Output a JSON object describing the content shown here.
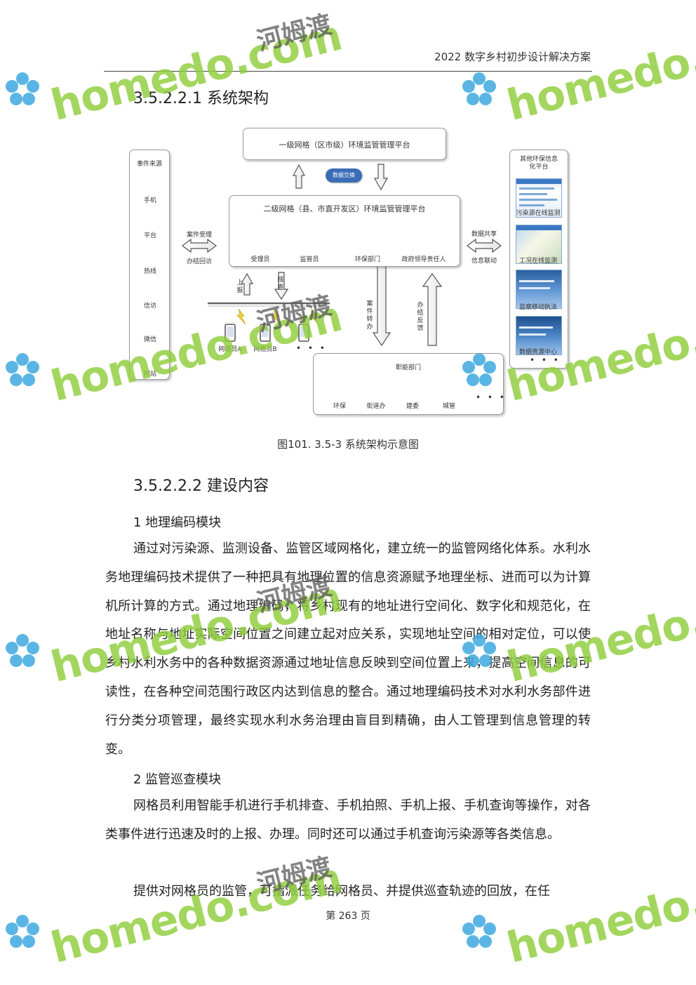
{
  "header": {
    "title": "2022 数字乡村初步设计解决方案"
  },
  "section1": {
    "title": "3.5.2.2.1 系统架构"
  },
  "diagram": {
    "top_platform": "一级网格（区市级）环境监管管理平台",
    "exchange_badge": "数据交换",
    "mid_platform": "二级网格（县、市直开发区）环境监管管理平台",
    "roles": [
      "受理员",
      "监管员",
      "环保部门",
      "政府领导责任人"
    ],
    "left_panel": {
      "title": "事件来源",
      "items": [
        "手机",
        "平台",
        "热线",
        "信访",
        "微信",
        "网站"
      ]
    },
    "left_arrow": {
      "top": "案件受理",
      "bottom": "办结回访"
    },
    "right_arrow": {
      "top": "数据共享",
      "bottom": "信息联动"
    },
    "right_panel": {
      "title": "其他环保信息化平台",
      "items": [
        "污染源在线监测",
        "工况在线监测",
        "监察移动执法",
        "数据资源中心"
      ],
      "more": "• • •"
    },
    "mobile": {
      "up_label": "上报",
      "check_label": "核查",
      "workers": [
        "网格员A",
        "网格员B"
      ],
      "more": "• • •"
    },
    "center_down": "案件转办",
    "center_up": "办结反馈",
    "departments": {
      "title": "职能部门",
      "items": [
        "环保",
        "街道办",
        "建委",
        "城管"
      ],
      "more": "• • •"
    }
  },
  "caption": "图101. 3.5-3 系统架构示意图",
  "section2": {
    "title": "3.5.2.2.2 建设内容"
  },
  "module1": {
    "title": "1 地理编码模块",
    "para1": "通过对污染源、监测设备、监管区域网格化，建立统一的监管网络化体系。水利水务地理编码技术提供了一种把具有地理位置的信息资源赋予地理坐标、进而可以为计算机所计算的方式。通过地理编码，将乡村现有的地址进行空间化、数字化和规范化，在地址名称与地址实际空间位置之间建立起对应关系，实现地址空间的相对定位，可以使乡村水利水务中的各种数据资源通过地址信息反映到空间位置上来，提高空间信息的可读性，在各种空间范围行政区内达到信息的整合。通过地理编码技术对水利水务部件进行分类分项管理，最终实现水利水务治理由盲目到精确，由人工管理到信息管理的转变。"
  },
  "module2": {
    "title": "2 监管巡查模块",
    "para1": "网格员利用智能手机进行手机排查、手机拍照、手机上报、手机查询等操作，对各类事件进行迅速及时的上报、办理。同时还可以通过手机查询污染源等各类信息。",
    "para2": "提供对网格员的监管，可指派任务给网格员、并提供巡查轨迹的回放，在任"
  },
  "footer": {
    "page": "第 263 页"
  },
  "watermark": {
    "latin": "homedo.com",
    "cjk": "河姆渡"
  },
  "colors": {
    "watermark_green": "#8fcd3a",
    "badge_blue": "#3a6db5",
    "flower_blue": "#3fa9e0"
  }
}
